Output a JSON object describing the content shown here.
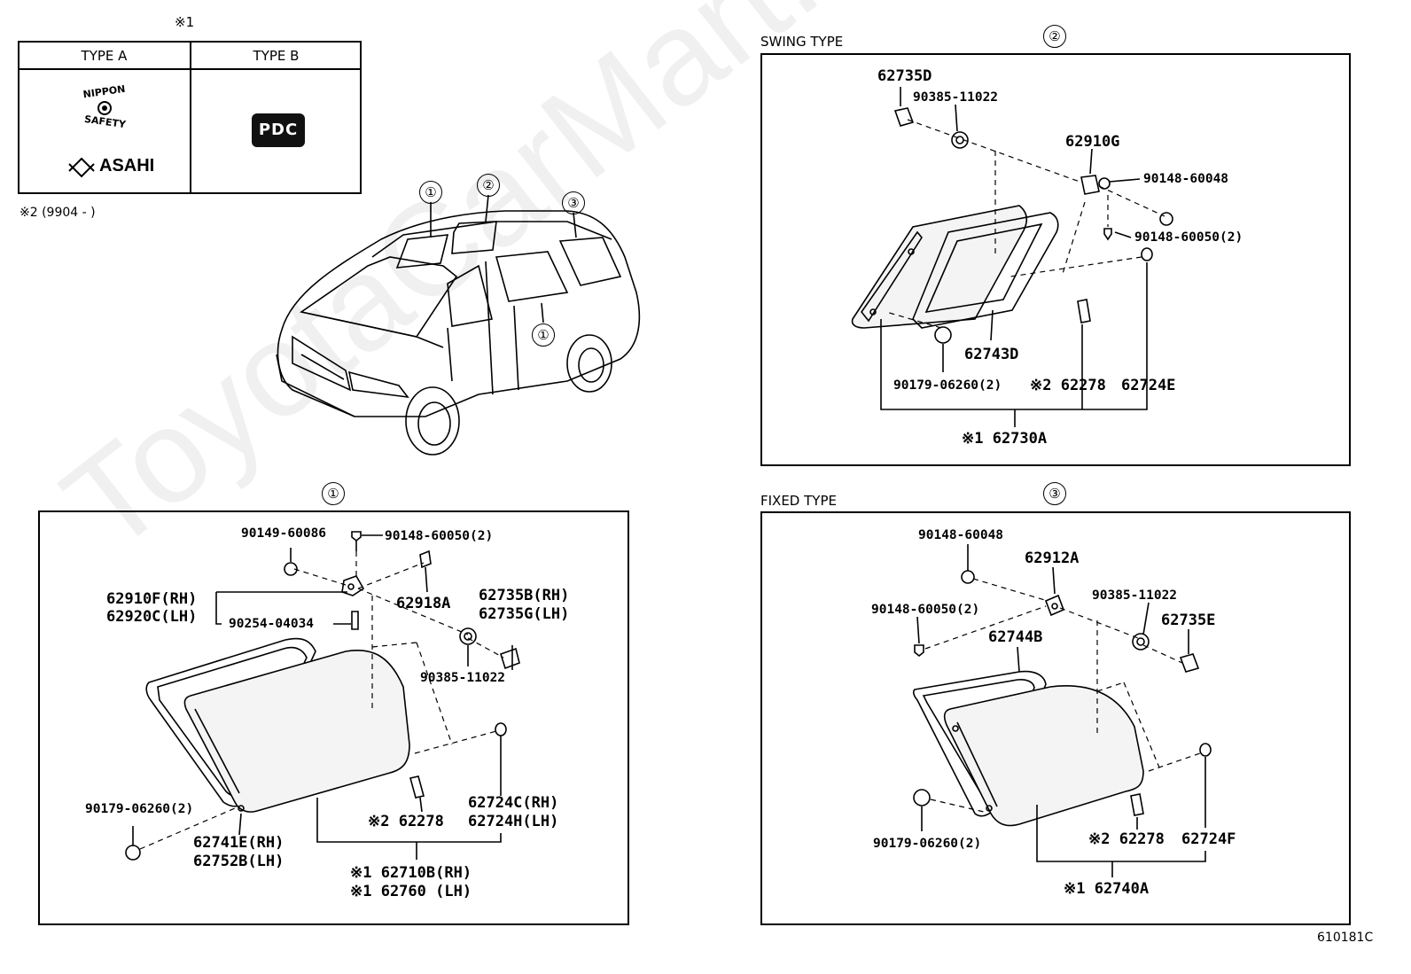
{
  "legend": {
    "ref_mark": "※1",
    "type_a": "TYPE A",
    "type_b": "TYPE B",
    "nippon_safety_logo": "NIPPON SAFETY",
    "asahi_logo": "ASAHI",
    "pdc_logo": "PDC",
    "note2": "※2 (9904 -        )"
  },
  "vehicle": {
    "callouts": [
      "①",
      "②",
      "③",
      "①"
    ]
  },
  "section1": {
    "marker": "①",
    "labels": {
      "p90149_60086": "90149-60086",
      "p90148_60050": "90148-60050(2)",
      "p62918A": "62918A",
      "p62910F": "62910F(RH)",
      "p62920C": "62920C(LH)",
      "p90254_04034": "90254-04034",
      "p62735B": "62735B(RH)",
      "p62735G": "62735G(LH)",
      "p90385_11022": "90385-11022",
      "p62724C": "62724C(RH)",
      "p62724H": "62724H(LH)",
      "p62278": "※2 62278",
      "p90179_06260": "90179-06260(2)",
      "p62741E": "62741E(RH)",
      "p62752B": "62752B(LH)",
      "p62710B": "※1 62710B(RH)",
      "p62760": "※1 62760 (LH)"
    }
  },
  "section2": {
    "title": "SWING TYPE",
    "marker": "②",
    "labels": {
      "p62735D": "62735D",
      "p90385_11022": "90385-11022",
      "p62910G": "62910G",
      "p90148_60048": "90148-60048",
      "p90148_60050": "90148-60050(2)",
      "p62743D": "62743D",
      "p90179_06260": "90179-06260(2)",
      "p62278": "※2 62278",
      "p62724E": "62724E",
      "p62730A": "※1 62730A"
    }
  },
  "section3": {
    "title": "FIXED TYPE",
    "marker": "③",
    "labels": {
      "p90148_60048": "90148-60048",
      "p62912A": "62912A",
      "p90385_11022": "90385-11022",
      "p90148_60050": "90148-60050(2)",
      "p62735E": "62735E",
      "p62744B": "62744B",
      "p90179_06260": "90179-06260(2)",
      "p62278": "※2 62278",
      "p62724F": "62724F",
      "p62740A": "※1 62740A"
    }
  },
  "footer": {
    "diagram_code": "610181C"
  },
  "watermark": "ToyotaCarMart.ru"
}
